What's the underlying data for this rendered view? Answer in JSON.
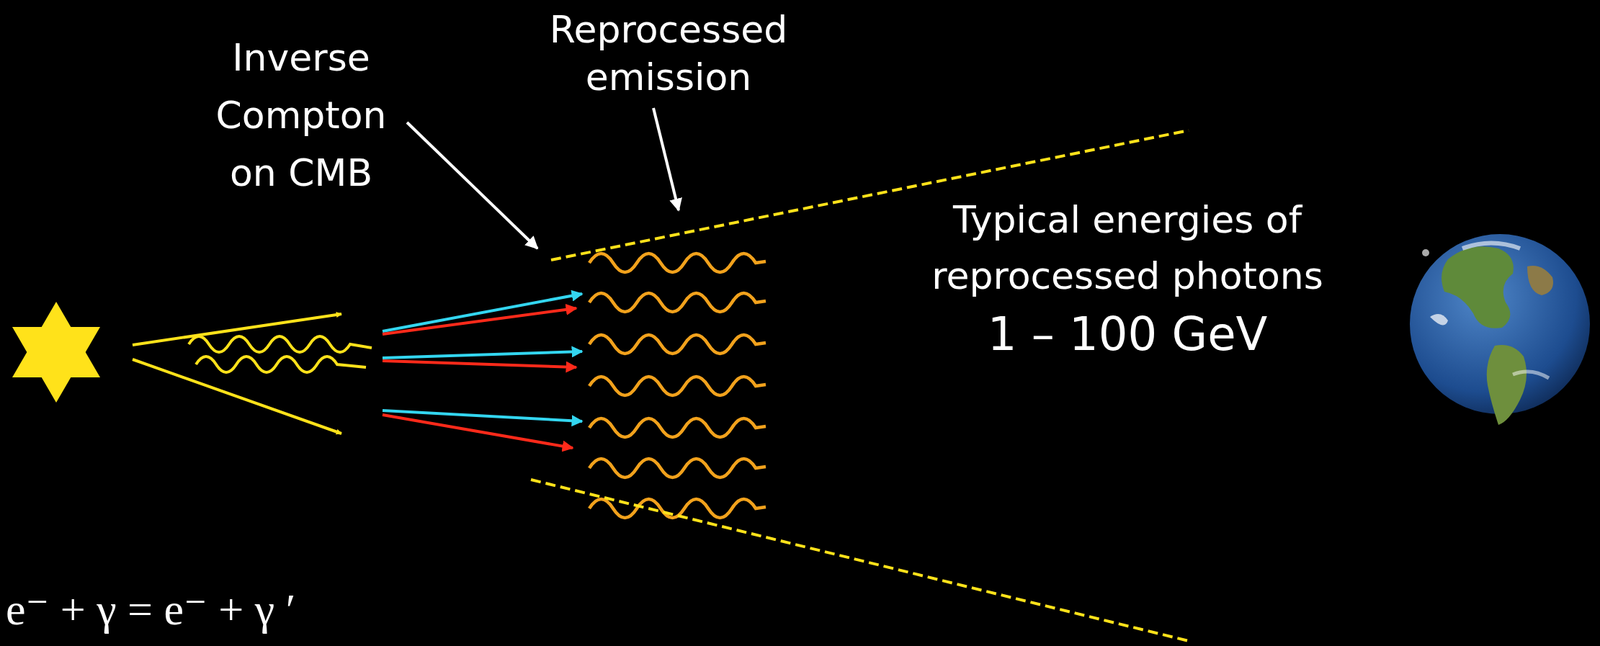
{
  "diagram": {
    "labels": [
      "Inverse Compton on CMB",
      "Reprocessed emission",
      "Typical energies of reprocessed photons",
      "1 – 100 GeV",
      "e⁻ + γ = e⁻ + γ ′"
    ]
  }
}
